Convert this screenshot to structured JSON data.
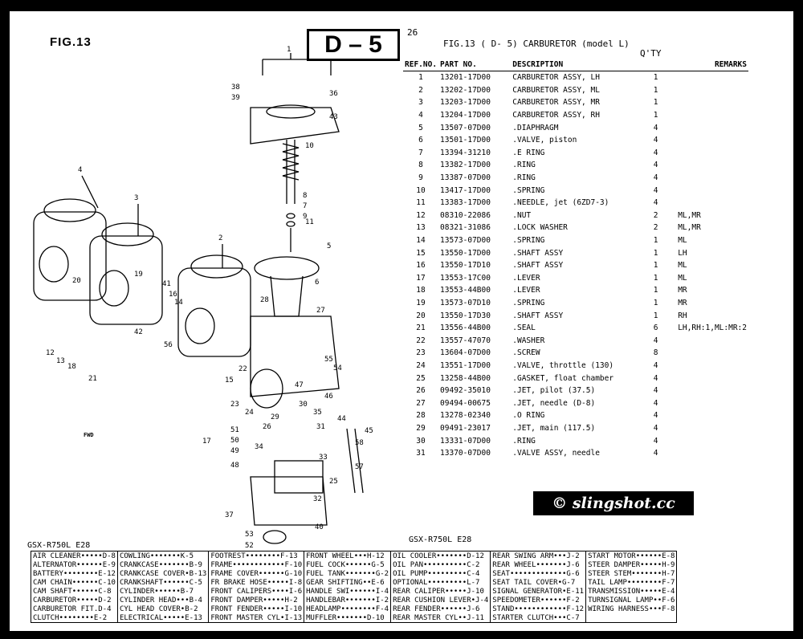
{
  "header": {
    "fig_label": "FIG.13",
    "code_box": "D – 5",
    "page_number": "26",
    "fig_title": "FIG.13 (  D- 5) CARBURETOR (model L)",
    "qty_label": "Q'TY",
    "columns": [
      "REF.NO.",
      "PART NO.",
      "DESCRIPTION",
      "",
      "REMARKS"
    ]
  },
  "parts": [
    {
      "ref": "1",
      "part": "13201-17D00",
      "desc": "CARBURETOR ASSY, LH",
      "qty": "1",
      "remarks": ""
    },
    {
      "ref": "2",
      "part": "13202-17D00",
      "desc": "CARBURETOR ASSY, ML",
      "qty": "1",
      "remarks": ""
    },
    {
      "ref": "3",
      "part": "13203-17D00",
      "desc": "CARBURETOR ASSY, MR",
      "qty": "1",
      "remarks": ""
    },
    {
      "ref": "4",
      "part": "13204-17D00",
      "desc": "CARBURETOR ASSY, RH",
      "qty": "1",
      "remarks": ""
    },
    {
      "ref": "5",
      "part": "13507-07D00",
      "desc": ".DIAPHRAGM",
      "qty": "4",
      "remarks": ""
    },
    {
      "ref": "6",
      "part": "13501-17D00",
      "desc": ".VALVE, piston",
      "qty": "4",
      "remarks": ""
    },
    {
      "ref": "7",
      "part": "13394-31210",
      "desc": ".E RING",
      "qty": "4",
      "remarks": ""
    },
    {
      "ref": "8",
      "part": "13382-17D00",
      "desc": ".RING",
      "qty": "4",
      "remarks": ""
    },
    {
      "ref": "9",
      "part": "13387-07D00",
      "desc": ".RING",
      "qty": "4",
      "remarks": ""
    },
    {
      "ref": "10",
      "part": "13417-17D00",
      "desc": ".SPRING",
      "qty": "4",
      "remarks": ""
    },
    {
      "ref": "11",
      "part": "13383-17D00",
      "desc": ".NEEDLE, jet (6ZD7-3)",
      "qty": "4",
      "remarks": ""
    },
    {
      "ref": "12",
      "part": "08310-22086",
      "desc": ".NUT",
      "qty": "2",
      "remarks": "ML,MR"
    },
    {
      "ref": "13",
      "part": "08321-31086",
      "desc": ".LOCK WASHER",
      "qty": "2",
      "remarks": "ML,MR"
    },
    {
      "ref": "14",
      "part": "13573-07D00",
      "desc": ".SPRING",
      "qty": "1",
      "remarks": "ML"
    },
    {
      "ref": "15",
      "part": "13550-17D00",
      "desc": ".SHAFT ASSY",
      "qty": "1",
      "remarks": "LH"
    },
    {
      "ref": "16",
      "part": "13550-17D10",
      "desc": ".SHAFT ASSY",
      "qty": "1",
      "remarks": "ML"
    },
    {
      "ref": "17",
      "part": "13553-17C00",
      "desc": ".LEVER",
      "qty": "1",
      "remarks": "ML"
    },
    {
      "ref": "18",
      "part": "13553-44B00",
      "desc": ".LEVER",
      "qty": "1",
      "remarks": "MR"
    },
    {
      "ref": "19",
      "part": "13573-07D10",
      "desc": ".SPRING",
      "qty": "1",
      "remarks": "MR"
    },
    {
      "ref": "20",
      "part": "13550-17D30",
      "desc": ".SHAFT ASSY",
      "qty": "1",
      "remarks": "RH"
    },
    {
      "ref": "21",
      "part": "13556-44B00",
      "desc": ".SEAL",
      "qty": "6",
      "remarks": "LH,RH:1,ML:MR:2"
    },
    {
      "ref": "22",
      "part": "13557-47070",
      "desc": ".WASHER",
      "qty": "4",
      "remarks": ""
    },
    {
      "ref": "23",
      "part": "13604-07D00",
      "desc": ".SCREW",
      "qty": "8",
      "remarks": ""
    },
    {
      "ref": "24",
      "part": "13551-17D00",
      "desc": ".VALVE, throttle (130)",
      "qty": "4",
      "remarks": ""
    },
    {
      "ref": "25",
      "part": "13258-44B00",
      "desc": ".GASKET, float chamber",
      "qty": "4",
      "remarks": ""
    },
    {
      "ref": "26",
      "part": "09492-35010",
      "desc": ".JET, pilot (37.5)",
      "qty": "4",
      "remarks": ""
    },
    {
      "ref": "27",
      "part": "09494-00675",
      "desc": ".JET, needle (D-8)",
      "qty": "4",
      "remarks": ""
    },
    {
      "ref": "28",
      "part": "13278-02340",
      "desc": ".O RING",
      "qty": "4",
      "remarks": ""
    },
    {
      "ref": "29",
      "part": "09491-23017",
      "desc": ".JET, main (117.5)",
      "qty": "4",
      "remarks": ""
    },
    {
      "ref": "30",
      "part": "13331-07D00",
      "desc": ".RING",
      "qty": "4",
      "remarks": ""
    },
    {
      "ref": "31",
      "part": "13370-07D00",
      "desc": ".VALVE ASSY, needle",
      "qty": "4",
      "remarks": ""
    }
  ],
  "watermark": "© slingshot.cc",
  "diagram": {
    "fwd_label": "FWD",
    "callouts": [
      "1",
      "2",
      "3",
      "4",
      "5",
      "6",
      "7",
      "8",
      "9",
      "10",
      "11",
      "12",
      "13",
      "14",
      "15",
      "16",
      "17",
      "18",
      "19",
      "20",
      "21",
      "22",
      "23",
      "24",
      "25",
      "26",
      "27",
      "28",
      "29",
      "30",
      "31",
      "32",
      "33",
      "34",
      "35",
      "36",
      "37",
      "38",
      "39",
      "40",
      "41",
      "42",
      "43",
      "44",
      "45",
      "46",
      "47",
      "48",
      "49",
      "50",
      "51",
      "52",
      "53",
      "54",
      "55",
      "56",
      "57",
      "58"
    ]
  },
  "footer": {
    "model_left": "GSX-R750L E28",
    "model_right": "GSX-R750L E28",
    "index": [
      [
        "AIR CLEANER•••••D-8",
        "COWLING•••••••K-5",
        "FOOTREST••••••••F-13",
        "FRONT WHEEL•••H-12",
        "OIL COOLER•••••••D-12",
        "REAR SWING ARM•••J-2",
        "START MOTOR••••••E-8"
      ],
      [
        "ALTERNATOR••••••E-9",
        "CRANKCASE•••••••B-9",
        "FRAME••••••••••••F-10",
        "FUEL COCK••••••G-5",
        "OIL PAN••••••••••C-2",
        "REAR WHEEL•••••••J-6",
        "STEER DAMPER•••••H-9"
      ],
      [
        "BATTERY••••••••E-12",
        "CRANKCASE COVER•B-13",
        "FRAME COVER••••••G-10",
        "FUEL TANK•••••••G-2",
        "OIL PUMP•••••••••C-4",
        "SEAT•••••••••••••G-6",
        "STEER STEM•••••••H-7"
      ],
      [
        "CAM CHAIN••••••C-10",
        "CRANKSHAFT••••••C-5",
        "FR BRAKE HOSE•••••I-8",
        "GEAR SHIFTING••E-6",
        "OPTIONAL•••••••••L-7",
        "SEAT TAIL COVER•G-7",
        "TAIL LAMP••••••••F-7"
      ],
      [
        "CAM SHAFT••••••C-8",
        "CYLINDER••••••B-7",
        "FRONT CALIPERS••••I-6",
        "HANDLE SWI••••••I-4",
        "REAR CALIPER•••••J-10",
        "SIGNAL GENERATOR•E-11",
        "TRANSMISSION•••••E-4"
      ],
      [
        "CARBURETOR•••••D-2",
        "CYLINDER HEAD•••B-4",
        "FRONT DAMPER•••••H-2",
        "HANDLEBAR•••••••I-2",
        "REAR CUSHION LEVER•J-4",
        "SPEEDOMETER••••••F-2",
        "TURNSIGNAL LAMP••F-6"
      ],
      [
        "CARBURETOR FIT.D-4",
        "CYL HEAD COVER•B-2",
        "FRONT FENDER•••••I-10",
        "HEADLAMP••••••••F-4",
        "REAR FENDER••••••J-6",
        "STAND••••••••••••F-12",
        "WIRING HARNESS•••F-8"
      ],
      [
        "CLUTCH••••••••E-2",
        "ELECTRICAL•••••E-13",
        "FRONT MASTER CYL•I-13",
        "MUFFLER•••••••D-10",
        "REAR MASTER CYL••J-11",
        "STARTER CLUTCH•••C-7",
        ""
      ]
    ]
  }
}
